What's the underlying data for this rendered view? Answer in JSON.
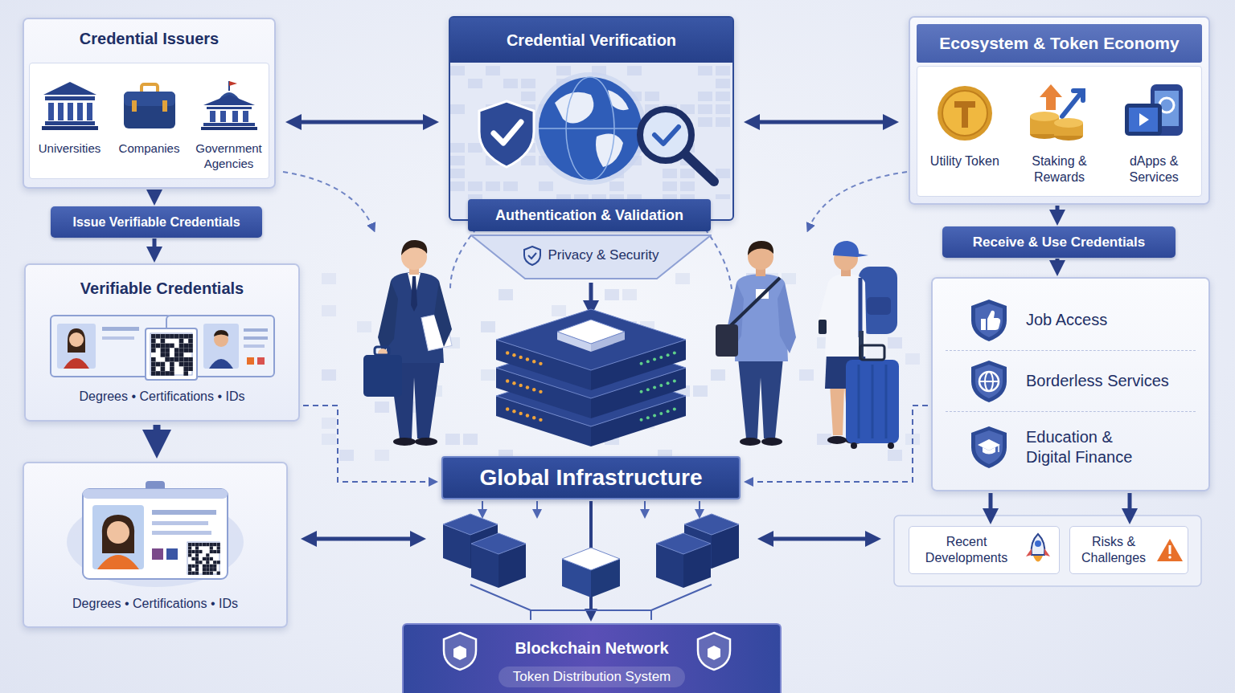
{
  "diagram": {
    "nodes": [
      {
        "text": [
          "Credential Issuers",
          "Universities",
          "Companies",
          "Government Agencies"
        ]
      },
      {
        "text": [
          "Issue Verifiable Credentials"
        ]
      },
      {
        "text": [
          "Verifiable Credentials",
          "Degrees • Certifications • IDs"
        ]
      },
      {
        "text": [
          "Degrees • Certifications • IDs"
        ]
      },
      {
        "text": [
          "Credential Verification"
        ]
      },
      {
        "text": [
          "Authentication & Validation"
        ]
      },
      {
        "text": [
          "Privacy & Security"
        ]
      },
      {
        "text": [
          "Global Infrastructure"
        ]
      },
      {
        "text": [
          "Blockchain Network",
          "Token Distribution System"
        ]
      },
      {
        "text": [
          "Ecosystem & Token Economy",
          "Utility Token",
          "Staking & Rewards",
          "dApps & Services"
        ]
      },
      {
        "text": [
          "Receive & Use Credentials"
        ]
      },
      {
        "text": [
          "Job Access",
          "Borderless Services",
          "Education & Digital Finance"
        ]
      },
      {
        "text": [
          "Recent Developments"
        ]
      },
      {
        "text": [
          "Risks & Challenges"
        ]
      }
    ],
    "edges": [
      {
        "from": 0,
        "to": 4,
        "arrow": "both"
      },
      {
        "from": 4,
        "to": 9,
        "arrow": "both"
      },
      {
        "from": 0,
        "to": 1,
        "arrow": "to"
      },
      {
        "from": 1,
        "to": 2,
        "arrow": "to"
      },
      {
        "from": 2,
        "to": 3,
        "arrow": "to"
      },
      {
        "from": 9,
        "to": 10,
        "arrow": "to"
      },
      {
        "from": 10,
        "to": 11,
        "arrow": "to"
      },
      {
        "from": 11,
        "to": 12,
        "arrow": "to"
      },
      {
        "from": 11,
        "to": 13,
        "arrow": "to"
      },
      {
        "from": 2,
        "to": 7,
        "arrow": "to"
      },
      {
        "from": 11,
        "to": 7,
        "arrow": "to"
      },
      {
        "from": 7,
        "to": 8,
        "arrow": "to"
      }
    ]
  }
}
